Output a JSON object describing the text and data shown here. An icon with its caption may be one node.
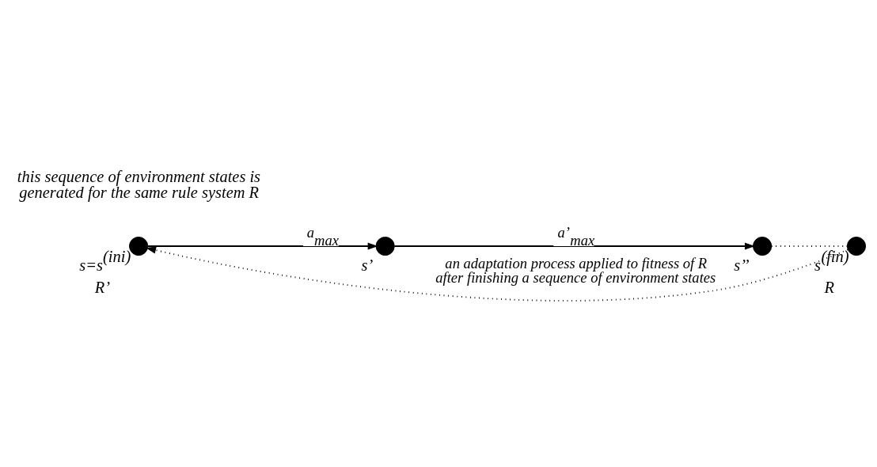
{
  "diagram": {
    "nodes": [
      {
        "text": [
          "s=s$^{(ini)}$"
        ],
        "beside": [
          "R’"
        ]
      },
      {
        "text": [
          "s’"
        ]
      },
      {
        "text": [
          "s’’"
        ]
      },
      {
        "text": [
          "s$^{(fin)}$"
        ],
        "beside": [
          "R"
        ]
      }
    ],
    "edges": [
      {
        "from": 0,
        "to": 1,
        "arrow": "to",
        "label": "a$_{max}$"
      },
      {
        "from": 1,
        "to": 2,
        "arrow": "to",
        "label": "a’$_{max}$"
      },
      {
        "from": 2,
        "to": 3,
        "arrow": "none",
        "style": "dashed"
      },
      {
        "from": 3,
        "to": 0,
        "arrow": "to",
        "style": "dashed",
        "label": "an adaptation process applied to fitness of R after finishing a sequence of environment states"
      }
    ],
    "labels": [
      "this sequence of environment states is generated for the same rule system R"
    ]
  }
}
